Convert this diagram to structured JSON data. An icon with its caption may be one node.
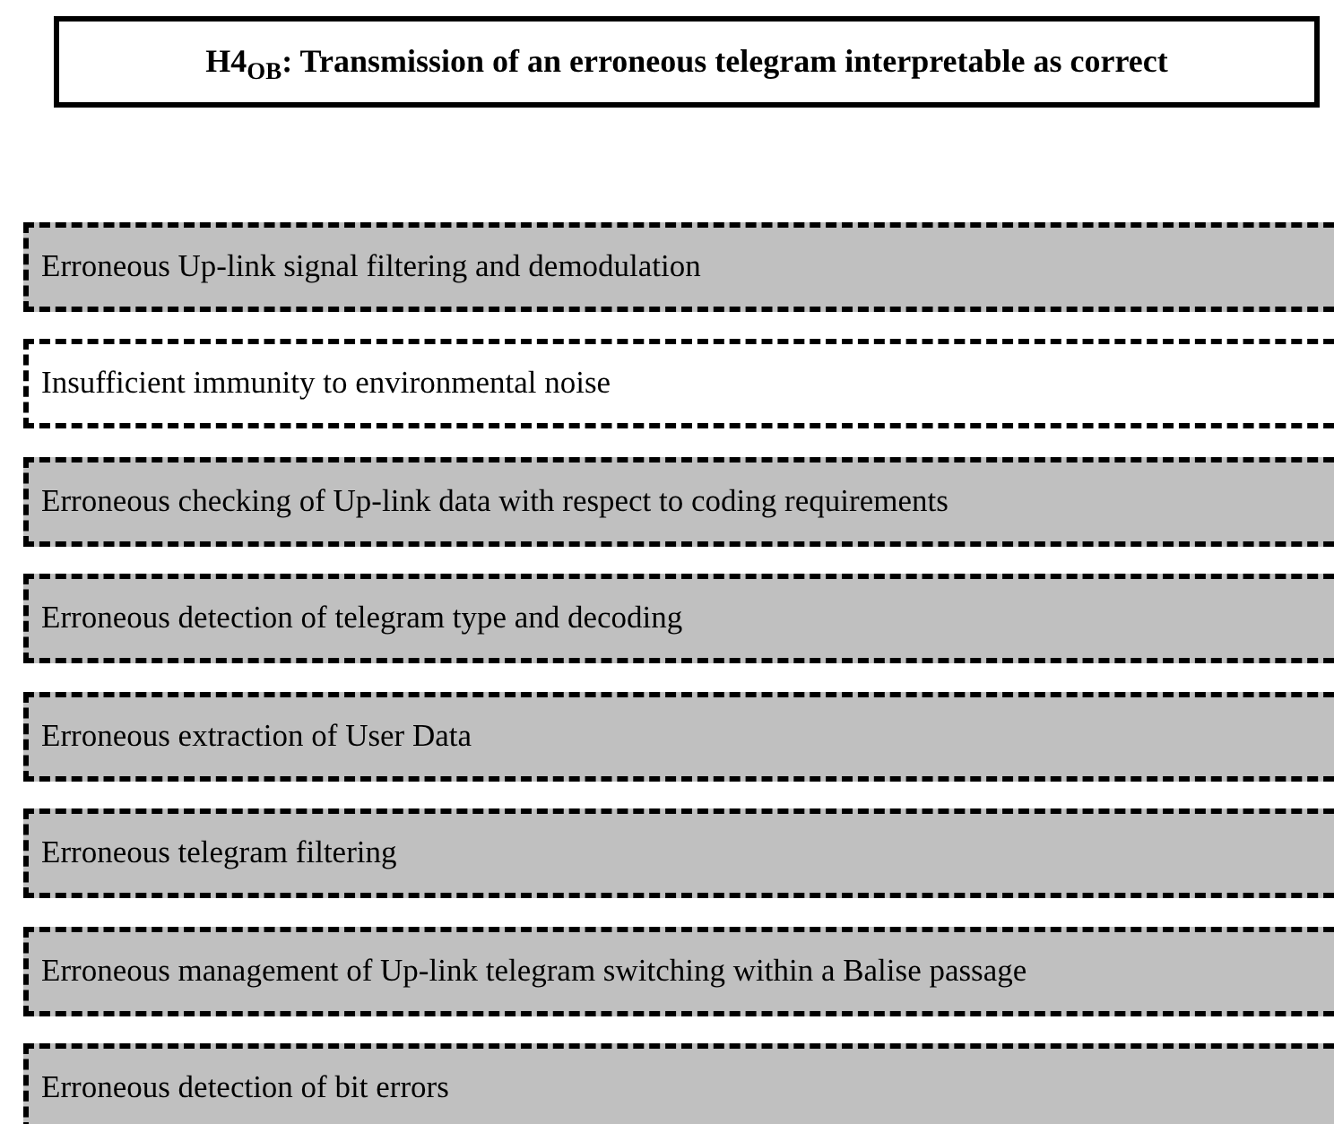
{
  "diagram": {
    "nodes": [
      {
        "text": [
          "H4$_{OB}$: Transmission of an erroneous telegram interpretable as correct"
        ]
      },
      {
        "text": [
          "Erroneous Up-link signal filtering and demodulation"
        ]
      },
      {
        "text": [
          "Insufficient immunity to environmental noise"
        ]
      },
      {
        "text": [
          "Erroneous checking of Up-link data with respect to coding requirements"
        ]
      },
      {
        "text": [
          "Erroneous detection of telegram type and decoding"
        ]
      },
      {
        "text": [
          "Erroneous extraction of User Data"
        ]
      },
      {
        "text": [
          "Erroneous telegram filtering"
        ]
      },
      {
        "text": [
          "Erroneous management of Up-link telegram switching within a Balise passage"
        ]
      },
      {
        "text": [
          "Erroneous detection of bit errors"
        ]
      }
    ]
  }
}
